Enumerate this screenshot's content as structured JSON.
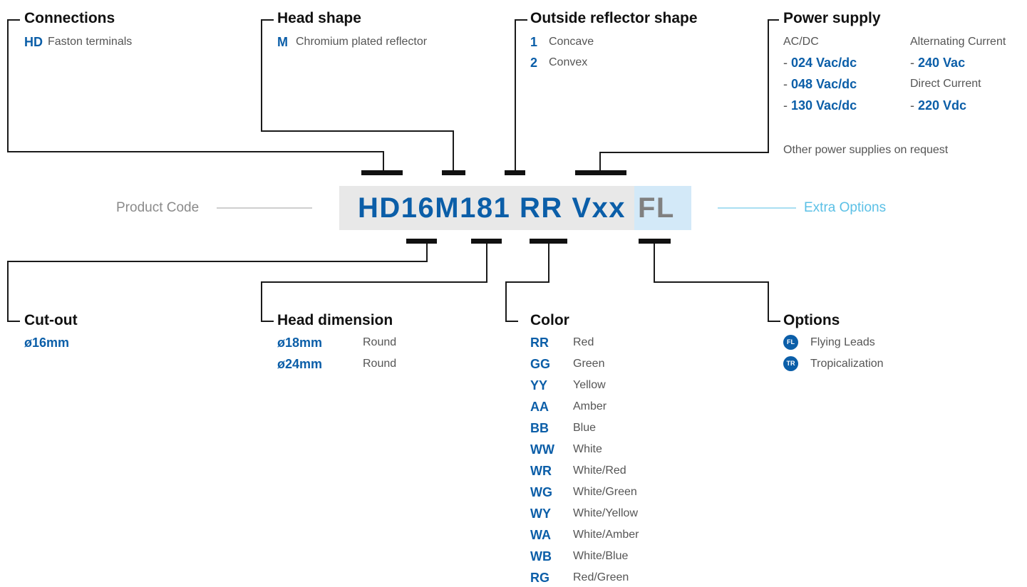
{
  "product_code": {
    "main": "HD16M181 RR Vxx",
    "extra": "FL"
  },
  "labels": {
    "product_code": "Product Code",
    "extra_options": "Extra Options"
  },
  "connections": {
    "title": "Connections",
    "items": [
      {
        "code": "HD",
        "desc": "Faston terminals"
      }
    ]
  },
  "head_shape": {
    "title": "Head shape",
    "items": [
      {
        "code": "M",
        "desc": "Chromium plated reflector"
      }
    ]
  },
  "outside_reflector": {
    "title": "Outside reflector shape",
    "items": [
      {
        "code": "1",
        "desc": "Concave"
      },
      {
        "code": "2",
        "desc": "Convex"
      }
    ]
  },
  "power_supply": {
    "title": "Power supply",
    "acdc_label": "AC/DC",
    "acdc_values": [
      "024 Vac/dc",
      "048 Vac/dc",
      "130 Vac/dc"
    ],
    "ac_label": "Alternating Current",
    "ac_value": "240 Vac",
    "dc_label": "Direct Current",
    "dc_value": "220 Vdc",
    "dash": "-",
    "note": "Other power supplies on request"
  },
  "cutout": {
    "title": "Cut-out",
    "value": "ø16mm"
  },
  "head_dimension": {
    "title": "Head dimension",
    "items": [
      {
        "code": "ø18mm",
        "desc": "Round"
      },
      {
        "code": "ø24mm",
        "desc": "Round"
      }
    ]
  },
  "color": {
    "title": "Color",
    "items": [
      {
        "code": "RR",
        "desc": "Red"
      },
      {
        "code": "GG",
        "desc": "Green"
      },
      {
        "code": "YY",
        "desc": "Yellow"
      },
      {
        "code": "AA",
        "desc": "Amber"
      },
      {
        "code": "BB",
        "desc": "Blue"
      },
      {
        "code": "WW",
        "desc": "White"
      },
      {
        "code": "WR",
        "desc": "White/Red"
      },
      {
        "code": "WG",
        "desc": "White/Green"
      },
      {
        "code": "WY",
        "desc": "White/Yellow"
      },
      {
        "code": "WA",
        "desc": "White/Amber"
      },
      {
        "code": "WB",
        "desc": "White/Blue"
      },
      {
        "code": "RG",
        "desc": "Red/Green"
      }
    ]
  },
  "options": {
    "title": "Options",
    "items": [
      {
        "badge": "FL",
        "desc": "Flying Leads"
      },
      {
        "badge": "TR",
        "desc": "Tropicalization"
      }
    ]
  },
  "colors": {
    "accent": "#0b5ea8",
    "extra_accent": "#5bc0e6",
    "code_bg": "#e8e8e8",
    "extra_bg": "#d3e9f8"
  }
}
